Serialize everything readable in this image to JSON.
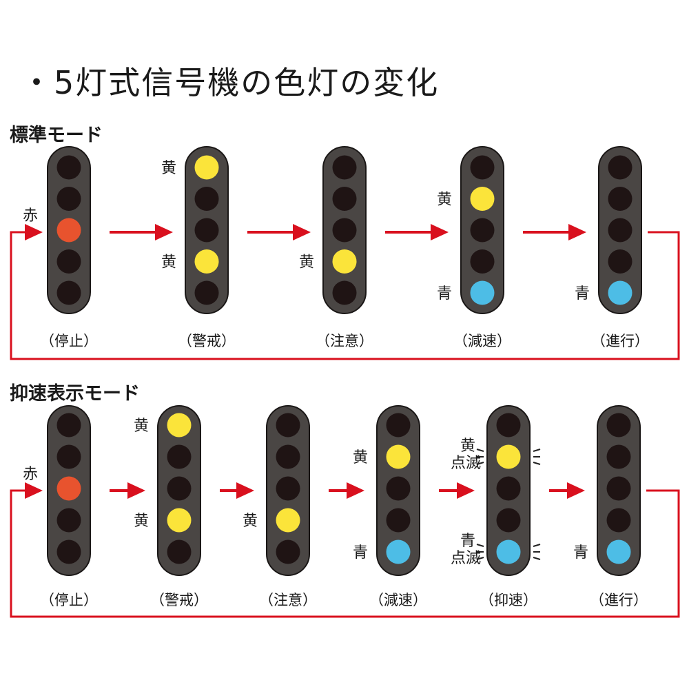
{
  "title": "・5灯式信号機の色灯の変化",
  "colors": {
    "body": "#4a4644",
    "outline": "#1a1716",
    "off": "#1f1414",
    "red": "#e8532e",
    "yellow": "#fbe43a",
    "blue": "#4dbde6",
    "arrow": "#d9101e"
  },
  "sections": [
    {
      "title": "標準モード",
      "entry_label": "赤",
      "signals": [
        {
          "caption": "（停止）",
          "lamps": [
            null,
            null,
            {
              "color": "red"
            },
            null,
            null
          ]
        },
        {
          "caption": "（警戒）",
          "lamps": [
            {
              "color": "yellow",
              "label": "黄"
            },
            null,
            null,
            {
              "color": "yellow",
              "label": "黄"
            },
            null
          ]
        },
        {
          "caption": "（注意）",
          "lamps": [
            null,
            null,
            null,
            {
              "color": "yellow",
              "label": "黄"
            },
            null
          ]
        },
        {
          "caption": "（減速）",
          "lamps": [
            null,
            {
              "color": "yellow",
              "label": "黄"
            },
            null,
            null,
            {
              "color": "blue",
              "label": "青"
            }
          ]
        },
        {
          "caption": "（進行）",
          "lamps": [
            null,
            null,
            null,
            null,
            {
              "color": "blue",
              "label": "青"
            }
          ]
        }
      ]
    },
    {
      "title": "抑速表示モード",
      "entry_label": "赤",
      "signals": [
        {
          "caption": "（停止）",
          "lamps": [
            null,
            null,
            {
              "color": "red"
            },
            null,
            null
          ]
        },
        {
          "caption": "（警戒）",
          "lamps": [
            {
              "color": "yellow",
              "label": "黄"
            },
            null,
            null,
            {
              "color": "yellow",
              "label": "黄"
            },
            null
          ]
        },
        {
          "caption": "（注意）",
          "lamps": [
            null,
            null,
            null,
            {
              "color": "yellow",
              "label": "黄"
            },
            null
          ]
        },
        {
          "caption": "（減速）",
          "lamps": [
            null,
            {
              "color": "yellow",
              "label": "黄"
            },
            null,
            null,
            {
              "color": "blue",
              "label": "青"
            }
          ]
        },
        {
          "caption": "（抑速）",
          "lamps": [
            null,
            {
              "color": "yellow",
              "label": "黄",
              "blink": true,
              "blink_label": "点滅"
            },
            null,
            null,
            {
              "color": "blue",
              "label": "青",
              "blink": true,
              "blink_label": "点滅"
            }
          ]
        },
        {
          "caption": "（進行）",
          "lamps": [
            null,
            null,
            null,
            null,
            {
              "color": "blue",
              "label": "青"
            }
          ]
        }
      ]
    }
  ]
}
